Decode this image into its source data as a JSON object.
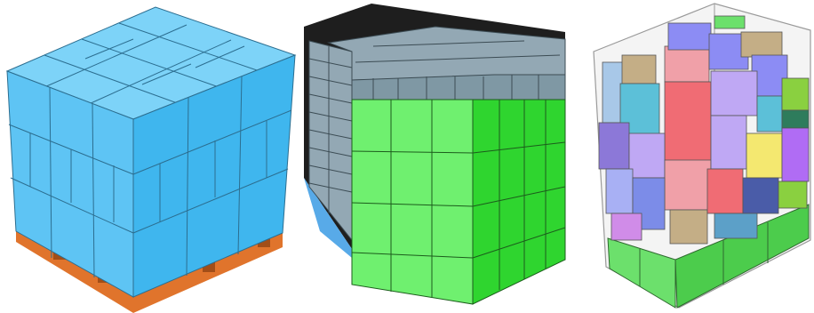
{
  "scene": {
    "panels": [
      {
        "id": "pallet",
        "palette": {
          "box": "#5EC4F4",
          "boxTop": "#7DD3F8",
          "boxDark": "#3FA8DC",
          "pallet": "#E0742C",
          "palletDark": "#A24E18"
        }
      },
      {
        "id": "container",
        "palette": {
          "green": "#6FF06F",
          "greenDark": "#2FD52F",
          "grey": "#93A8B4",
          "greyDark": "#6E8794",
          "wall": "#1E1E1E",
          "blue": "#58AAE8"
        }
      },
      {
        "id": "mixed",
        "palette": {
          "frame": "#C8C8C8",
          "green": "#6CE06C",
          "pink": "#F0A0A8",
          "red": "#F06C74",
          "lavender": "#BFA8F4",
          "blue": "#8C8CF4",
          "violet": "#B06CF4",
          "teal": "#5CC0D8",
          "khaki": "#C4AE86",
          "olive": "#8AD040",
          "yellow": "#F4E870"
        }
      }
    ]
  }
}
